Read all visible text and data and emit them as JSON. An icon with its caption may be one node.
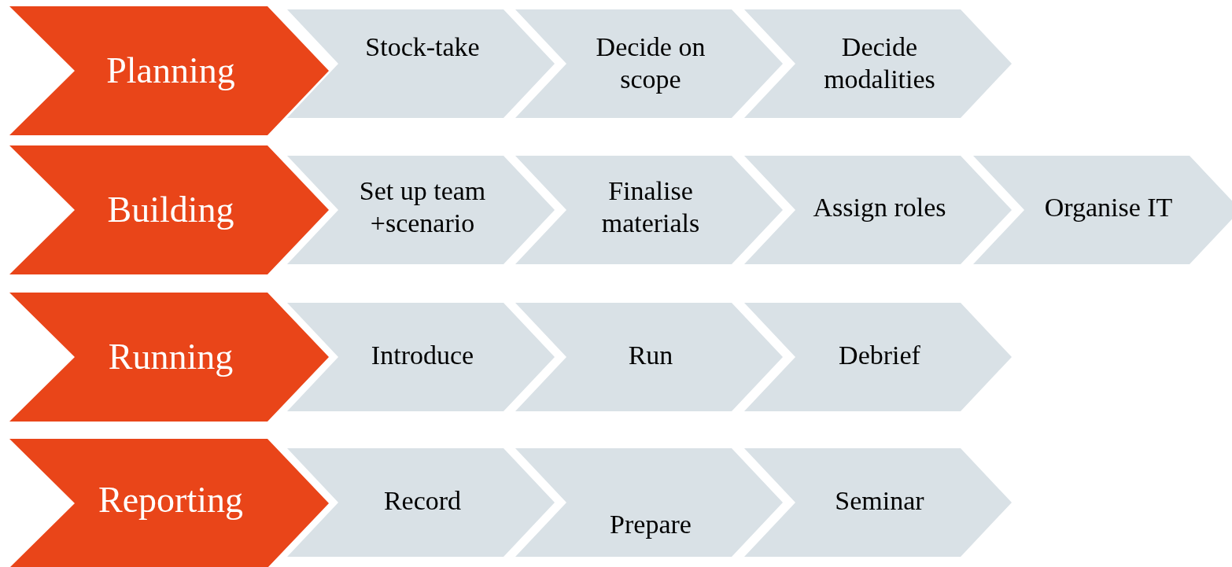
{
  "diagram": {
    "nodes": [
      {
        "text": [
          "Planning"
        ]
      },
      {
        "text": [
          "Stock-take"
        ]
      },
      {
        "text": [
          "Decide on scope"
        ]
      },
      {
        "text": [
          "Decide modalities"
        ]
      },
      {
        "text": [
          "Building"
        ]
      },
      {
        "text": [
          "Set up team +scenario"
        ]
      },
      {
        "text": [
          "Finalise materials"
        ]
      },
      {
        "text": [
          "Assign roles"
        ]
      },
      {
        "text": [
          "Organise IT"
        ]
      },
      {
        "text": [
          "Running"
        ]
      },
      {
        "text": [
          "Introduce"
        ]
      },
      {
        "text": [
          "Run"
        ]
      },
      {
        "text": [
          "Debrief"
        ]
      },
      {
        "text": [
          "Reporting"
        ]
      },
      {
        "text": [
          "Record"
        ]
      },
      {
        "text": [
          "Prepare"
        ]
      },
      {
        "text": [
          "Seminar"
        ]
      }
    ]
  }
}
